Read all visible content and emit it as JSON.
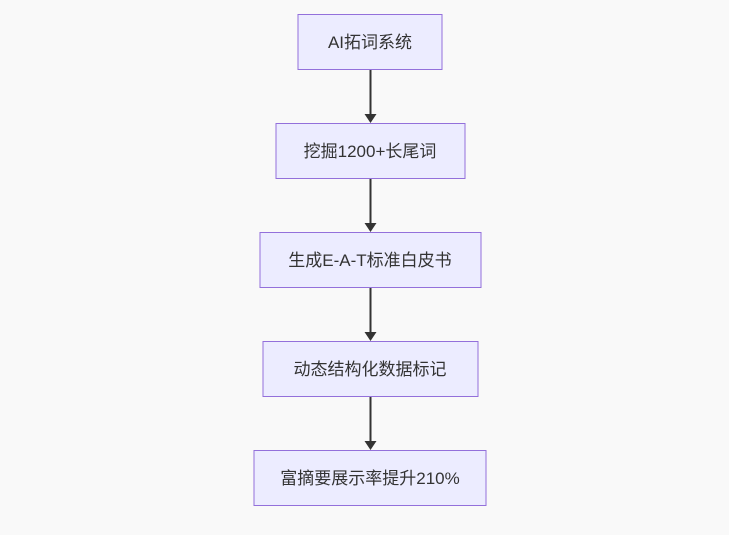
{
  "flowchart": {
    "nodes": [
      {
        "label": "AI拓词系统"
      },
      {
        "label": "挖掘1200+长尾词"
      },
      {
        "label": "生成E-A-T标准白皮书"
      },
      {
        "label": "动态结构化数据标记"
      },
      {
        "label": "富摘要展示率提升210%"
      }
    ],
    "colors": {
      "background": "#f9f9f9",
      "node_fill": "#ECECFF",
      "node_border": "#9370DB",
      "arrow": "#333333",
      "text": "#333333"
    }
  }
}
